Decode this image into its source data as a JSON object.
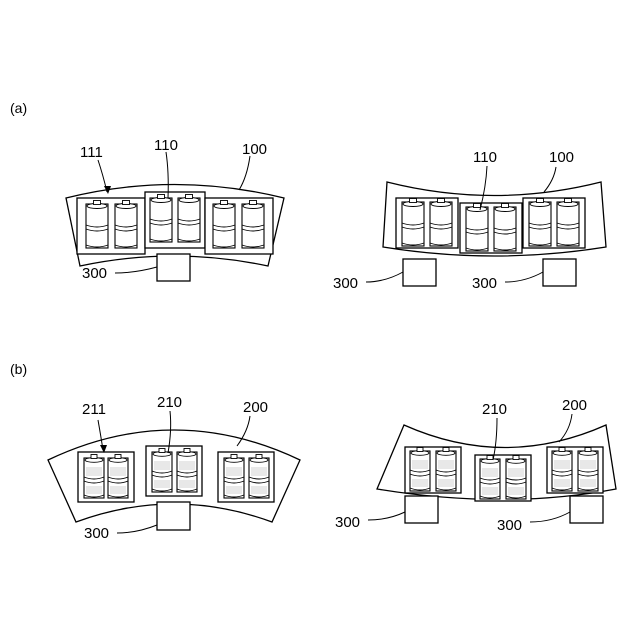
{
  "panels": {
    "a": {
      "label": "(a)",
      "left": {
        "ref_111": "111",
        "ref_110": "110",
        "ref_100": "100",
        "ref_300": "300"
      },
      "right": {
        "ref_110": "110",
        "ref_100": "100",
        "ref_300_left": "300",
        "ref_300_right": "300"
      }
    },
    "b": {
      "label": "(b)",
      "left": {
        "ref_211": "211",
        "ref_210": "210",
        "ref_200": "200",
        "ref_300": "300"
      },
      "right": {
        "ref_210": "210",
        "ref_200": "200",
        "ref_300_left": "300",
        "ref_300_right": "300"
      }
    }
  }
}
